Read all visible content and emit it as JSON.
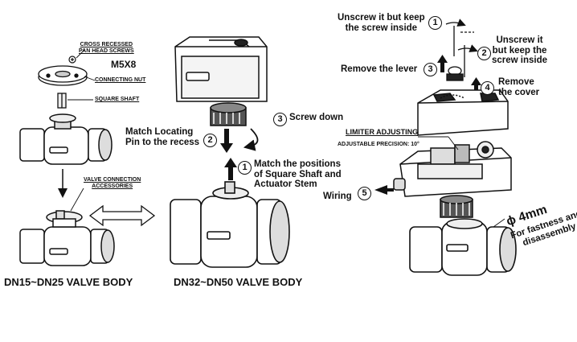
{
  "left": {
    "screws": "CROSS RECESSED\nPAN HEAD SCREWS",
    "m5x8": "M5X8",
    "connecting_nut": "CONNECTING NUT",
    "square_shaft": "SQUARE SHAFT",
    "valve_accessories": "VALVE CONNECTION\nACCESSORIES",
    "dn15": "DN15~DN25 VALVE BODY"
  },
  "middle": {
    "step2": "2",
    "match_pin": "Match Locating\nPin to the recess",
    "step3": "3",
    "screw_down": "Screw down",
    "step1": "1",
    "match_shaft": "Match the positions\nof Square Shaft and\nActuator Stem",
    "dn32": "DN32~DN50 VALVE BODY"
  },
  "right": {
    "step1": "1",
    "unscrew1": "Unscrew it but keep\nthe screw inside",
    "step2": "2",
    "unscrew2": "Unscrew it\nbut keep the\nscrew inside",
    "step3": "3",
    "remove_lever": "Remove the lever",
    "step4": "4",
    "remove_cover": "Remove\nthe cover",
    "limiter": "LIMITER ADJUSTING",
    "precision": "ADJUSTABLE PRECISION: 10°",
    "step5": "5",
    "wiring": "Wiring",
    "phi4mm": "ϕ 4mm",
    "fastness": "For fastness and\ndisassembly"
  },
  "icons": [
    "valve-body",
    "actuator",
    "arrow-up",
    "arrow-down",
    "double-arrow",
    "rotation-arrow",
    "screw-icon"
  ]
}
